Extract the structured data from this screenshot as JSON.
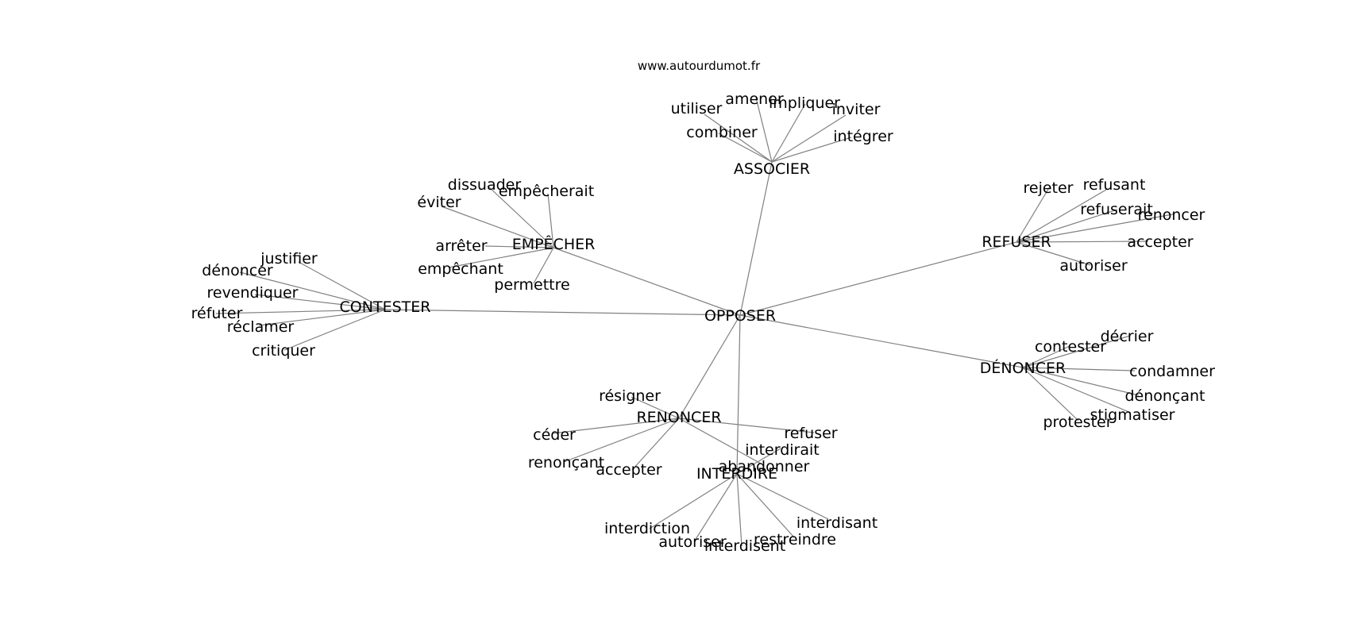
{
  "watermark": "www.autourdumot.fr",
  "colors": {
    "edge": "#808080",
    "text": "#000000",
    "background": "#ffffff"
  },
  "graph": {
    "root": "OPPOSER",
    "clusters": [
      {
        "hub": "ASSOCIER",
        "leaves": [
          "utiliser",
          "amener",
          "impliquer",
          "inviter",
          "combiner",
          "intégrer"
        ]
      },
      {
        "hub": "EMPÊCHER",
        "leaves": [
          "dissuader",
          "empêcherait",
          "éviter",
          "arrêter",
          "empêchant",
          "permettre"
        ]
      },
      {
        "hub": "CONTESTER",
        "leaves": [
          "justifier",
          "dénoncer",
          "revendiquer",
          "réfuter",
          "réclamer",
          "critiquer"
        ]
      },
      {
        "hub": "REFUSER",
        "leaves": [
          "rejeter",
          "refusant",
          "refuserait",
          "renoncer",
          "accepter",
          "autoriser"
        ]
      },
      {
        "hub": "DÉNONCER",
        "leaves": [
          "contester",
          "décrier",
          "condamner",
          "dénonçant",
          "stigmatiser",
          "protester"
        ]
      },
      {
        "hub": "RENONCER",
        "leaves": [
          "résigner",
          "céder",
          "renonçant",
          "accepter",
          "refuser",
          "abandonner"
        ]
      },
      {
        "hub": "INTERDIRE",
        "leaves": [
          "interdirait",
          "interdisant",
          "interdiction",
          "autoriser",
          "interdisent",
          "restreindre"
        ]
      }
    ]
  }
}
